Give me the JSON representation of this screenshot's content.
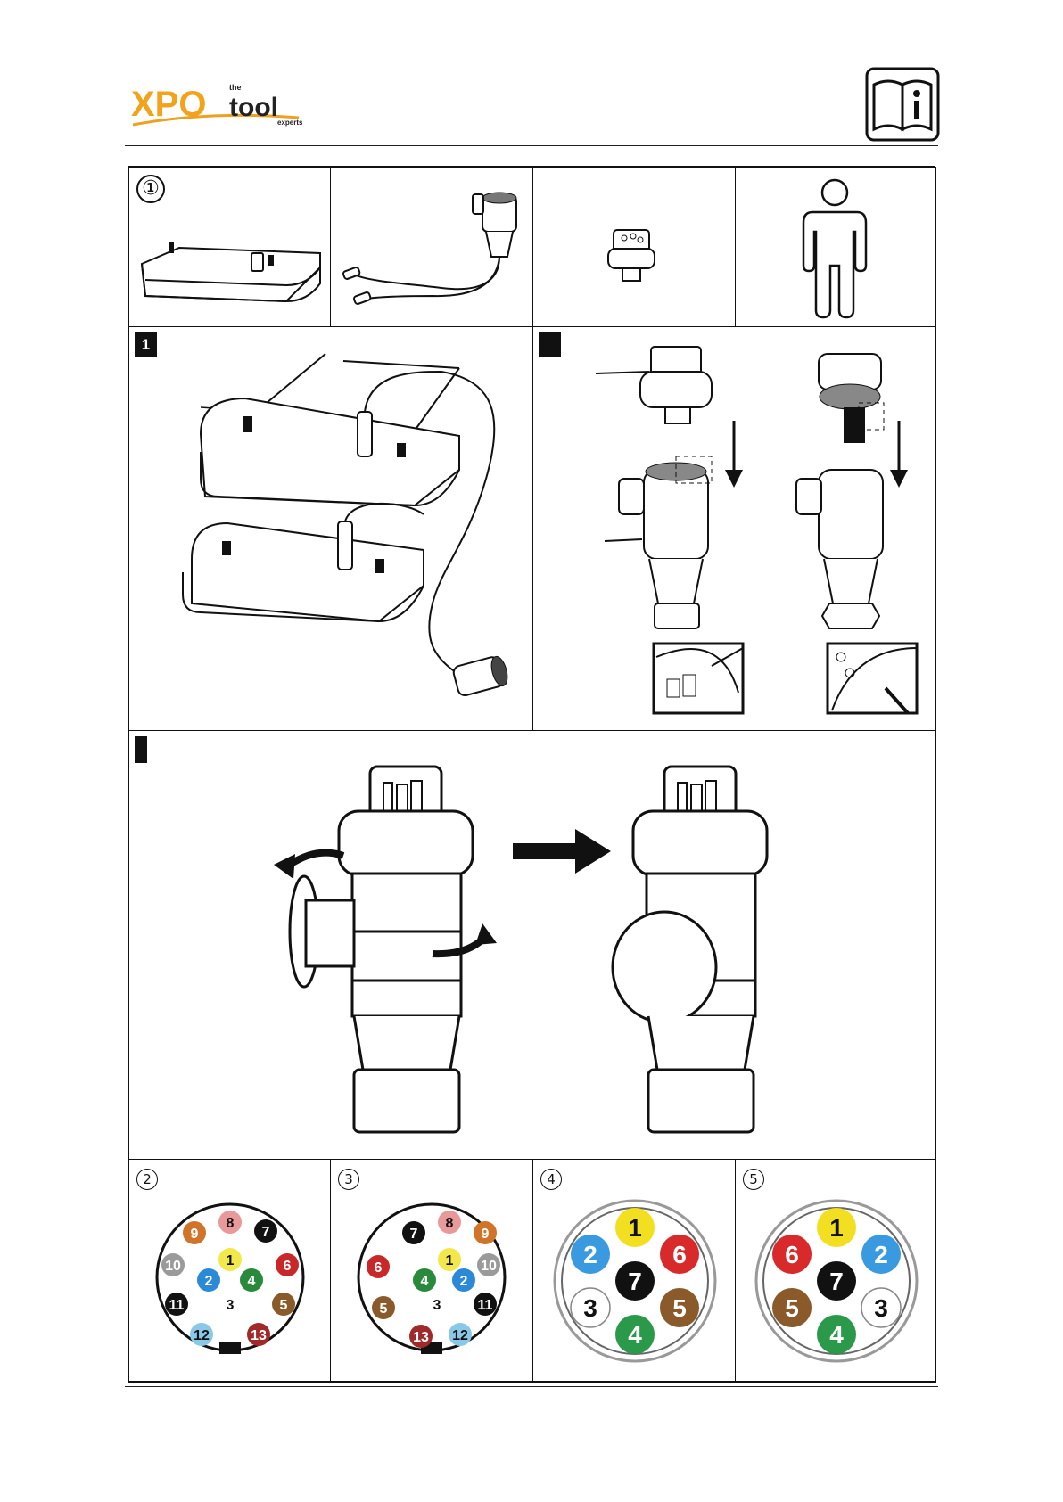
{
  "header": {
    "logo_text_main": "XPO",
    "logo_text_tool": "tool",
    "logo_text_the": "the",
    "logo_text_experts": "experts",
    "manual_icon": "read-manual-info-icon"
  },
  "panels": {
    "parts": {
      "number": "①",
      "icons": [
        "mount-plate",
        "cable-harness",
        "socket-insert",
        "person"
      ]
    },
    "step1": {
      "number": "1"
    },
    "step2": {
      "number": ""
    },
    "step3": {
      "number": ""
    }
  },
  "diagrams": [
    {
      "number": "2",
      "pins": [
        {
          "label": "8",
          "color": "#e89a9a"
        },
        {
          "label": "7",
          "color": "#111111"
        },
        {
          "label": "9",
          "color": "#d0742a"
        },
        {
          "label": "10",
          "color": "#9a9a9a"
        },
        {
          "label": "1",
          "color": "#f2e84a"
        },
        {
          "label": "6",
          "color": "#c8282a"
        },
        {
          "label": "2",
          "color": "#2a8ad8"
        },
        {
          "label": "4",
          "color": "#2a8a3c"
        },
        {
          "label": "11",
          "color": "#111111"
        },
        {
          "label": "3",
          "color": "#ffffff"
        },
        {
          "label": "5",
          "color": "#8a5a2a"
        },
        {
          "label": "12",
          "color": "#8ac8e8"
        },
        {
          "label": "13",
          "color": "#a02a2a"
        }
      ]
    },
    {
      "number": "3",
      "pins": [
        {
          "label": "7",
          "color": "#111111"
        },
        {
          "label": "8",
          "color": "#e89a9a"
        },
        {
          "label": "9",
          "color": "#d0742a"
        },
        {
          "label": "6",
          "color": "#c8282a"
        },
        {
          "label": "1",
          "color": "#f2e84a"
        },
        {
          "label": "10",
          "color": "#9a9a9a"
        },
        {
          "label": "4",
          "color": "#2a8a3c"
        },
        {
          "label": "2",
          "color": "#2a8ad8"
        },
        {
          "label": "5",
          "color": "#8a5a2a"
        },
        {
          "label": "3",
          "color": "#ffffff"
        },
        {
          "label": "11",
          "color": "#111111"
        },
        {
          "label": "13",
          "color": "#a02a2a"
        },
        {
          "label": "12",
          "color": "#8ac8e8"
        }
      ]
    },
    {
      "number": "4",
      "pins": [
        {
          "label": "1",
          "color": "#f2e020"
        },
        {
          "label": "2",
          "color": "#3a9ae0"
        },
        {
          "label": "6",
          "color": "#d82a2a"
        },
        {
          "label": "7",
          "color": "#111111"
        },
        {
          "label": "3",
          "color": "#ffffff"
        },
        {
          "label": "5",
          "color": "#8a5a2a"
        },
        {
          "label": "4",
          "color": "#2a9a4a"
        }
      ]
    },
    {
      "number": "5",
      "pins": [
        {
          "label": "1",
          "color": "#f2e020"
        },
        {
          "label": "6",
          "color": "#d82a2a"
        },
        {
          "label": "2",
          "color": "#3a9ae0"
        },
        {
          "label": "7",
          "color": "#111111"
        },
        {
          "label": "5",
          "color": "#8a5a2a"
        },
        {
          "label": "3",
          "color": "#ffffff"
        },
        {
          "label": "4",
          "color": "#2a9a4a"
        }
      ]
    }
  ]
}
